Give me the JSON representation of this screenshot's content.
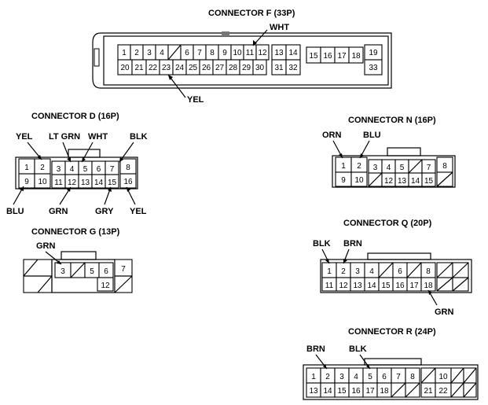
{
  "connectors": [
    {
      "title": "CONNECTOR F (33P)",
      "wires": [
        {
          "label": "WHT"
        },
        {
          "label": "YEL"
        }
      ],
      "rows": [
        [
          {
            "t": "1"
          },
          {
            "t": "2"
          },
          {
            "t": "3"
          },
          {
            "t": "4"
          },
          {
            "t": ""
          },
          {
            "t": "6"
          },
          {
            "t": "7"
          },
          {
            "t": "8"
          },
          {
            "t": "9"
          },
          {
            "t": "10"
          },
          {
            "t": "11"
          },
          {
            "t": "12"
          },
          {
            "t": "13"
          },
          {
            "t": "14"
          },
          {
            "t": "15"
          },
          {
            "t": "16"
          },
          {
            "t": "17"
          },
          {
            "t": "18"
          },
          {
            "t": "19"
          }
        ],
        [
          {
            "t": "20"
          },
          {
            "t": "21"
          },
          {
            "t": "22"
          },
          {
            "t": "23"
          },
          {
            "t": "24"
          },
          {
            "t": "25"
          },
          {
            "t": "26"
          },
          {
            "t": "27"
          },
          {
            "t": "28"
          },
          {
            "t": "29"
          },
          {
            "t": "30"
          },
          {
            "t": "31"
          },
          {
            "t": "32"
          },
          {
            "t": "33"
          }
        ]
      ]
    },
    {
      "title": "CONNECTOR D (16P)",
      "wires": [
        {
          "label": "YEL"
        },
        {
          "label": "LT GRN"
        },
        {
          "label": "WHT"
        },
        {
          "label": "BLK"
        },
        {
          "label": "BLU"
        },
        {
          "label": "GRN"
        },
        {
          "label": "GRY"
        },
        {
          "label": "YEL"
        }
      ],
      "rows": [
        [
          {
            "t": "1"
          },
          {
            "t": "2"
          },
          {
            "t": "3"
          },
          {
            "t": "4"
          },
          {
            "t": "5"
          },
          {
            "t": "6"
          },
          {
            "t": "7"
          },
          {
            "t": "8"
          }
        ],
        [
          {
            "t": "9"
          },
          {
            "t": "10"
          },
          {
            "t": "11"
          },
          {
            "t": "12"
          },
          {
            "t": "13"
          },
          {
            "t": "14"
          },
          {
            "t": "15"
          },
          {
            "t": "16"
          }
        ]
      ]
    },
    {
      "title": "CONNECTOR N (16P)",
      "wires": [
        {
          "label": "ORN"
        },
        {
          "label": "BLU"
        }
      ],
      "rows": [
        [
          {
            "t": "1"
          },
          {
            "t": "2"
          },
          {
            "t": "3"
          },
          {
            "t": "4"
          },
          {
            "t": "5"
          },
          {
            "t": ""
          },
          {
            "t": "7"
          },
          {
            "t": "8"
          }
        ],
        [
          {
            "t": "9"
          },
          {
            "t": "10"
          },
          {
            "t": ""
          },
          {
            "t": "12"
          },
          {
            "t": "13"
          },
          {
            "t": "14"
          },
          {
            "t": "15"
          },
          {
            "t": ""
          }
        ]
      ]
    },
    {
      "title": "CONNECTOR G (13P)",
      "wires": [
        {
          "label": "GRN"
        }
      ],
      "rows": [
        [
          {
            "t": ""
          },
          {
            "t": "3"
          },
          {
            "t": ""
          },
          {
            "t": "5"
          },
          {
            "t": "6"
          },
          {
            "t": "7"
          }
        ],
        [
          {
            "t": "12"
          }
        ]
      ]
    },
    {
      "title": "CONNECTOR Q (20P)",
      "wires": [
        {
          "label": "BLK"
        },
        {
          "label": "BRN"
        },
        {
          "label": "GRN"
        }
      ],
      "rows": [
        [
          {
            "t": "1"
          },
          {
            "t": "2"
          },
          {
            "t": "3"
          },
          {
            "t": "4"
          },
          {
            "t": ""
          },
          {
            "t": "6"
          },
          {
            "t": ""
          },
          {
            "t": "8"
          },
          {
            "t": ""
          },
          {
            "t": ""
          }
        ],
        [
          {
            "t": "11"
          },
          {
            "t": "12"
          },
          {
            "t": "13"
          },
          {
            "t": "14"
          },
          {
            "t": "15"
          },
          {
            "t": "16"
          },
          {
            "t": "17"
          },
          {
            "t": "18"
          },
          {
            "t": ""
          },
          {
            "t": ""
          }
        ]
      ]
    },
    {
      "title": "CONNECTOR R (24P)",
      "wires": [
        {
          "label": "BRN"
        },
        {
          "label": "BLK"
        }
      ],
      "rows": [
        [
          {
            "t": "1"
          },
          {
            "t": "2"
          },
          {
            "t": "3"
          },
          {
            "t": "4"
          },
          {
            "t": "5"
          },
          {
            "t": "6"
          },
          {
            "t": "7"
          },
          {
            "t": "8"
          },
          {
            "t": ""
          },
          {
            "t": "10"
          },
          {
            "t": ""
          },
          {
            "t": ""
          }
        ],
        [
          {
            "t": "13"
          },
          {
            "t": "14"
          },
          {
            "t": "15"
          },
          {
            "t": "16"
          },
          {
            "t": "17"
          },
          {
            "t": "18"
          },
          {
            "t": ""
          },
          {
            "t": ""
          },
          {
            "t": "21"
          },
          {
            "t": "22"
          },
          {
            "t": ""
          },
          {
            "t": ""
          }
        ]
      ]
    }
  ]
}
